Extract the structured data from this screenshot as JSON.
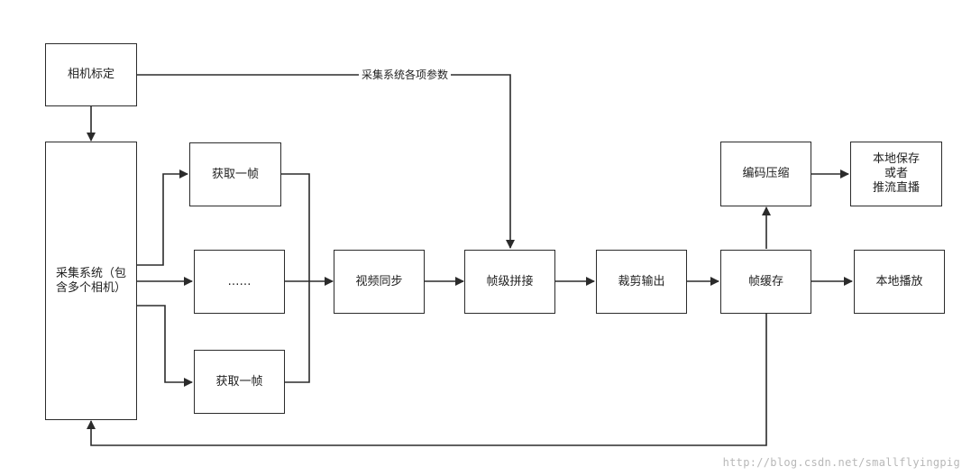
{
  "nodes": {
    "calibration": "相机标定",
    "capture_system_line1": "采集系统（包",
    "capture_system_line2": "含多个相机）",
    "grab_frame_top": "获取一帧",
    "ellipsis": "……",
    "grab_frame_bottom": "获取一帧",
    "video_sync": "视频同步",
    "frame_stitch": "帧级拼接",
    "crop_output": "裁剪输出",
    "frame_cache": "帧缓存",
    "encode_compress": "编码压缩",
    "save_line1": "本地保存",
    "save_line2": "或者",
    "save_line3": "推流直播",
    "local_play": "本地播放"
  },
  "edge_labels": {
    "params": "采集系统各项参数"
  },
  "watermark": "http://blog.csdn.net/smallflyingpig"
}
